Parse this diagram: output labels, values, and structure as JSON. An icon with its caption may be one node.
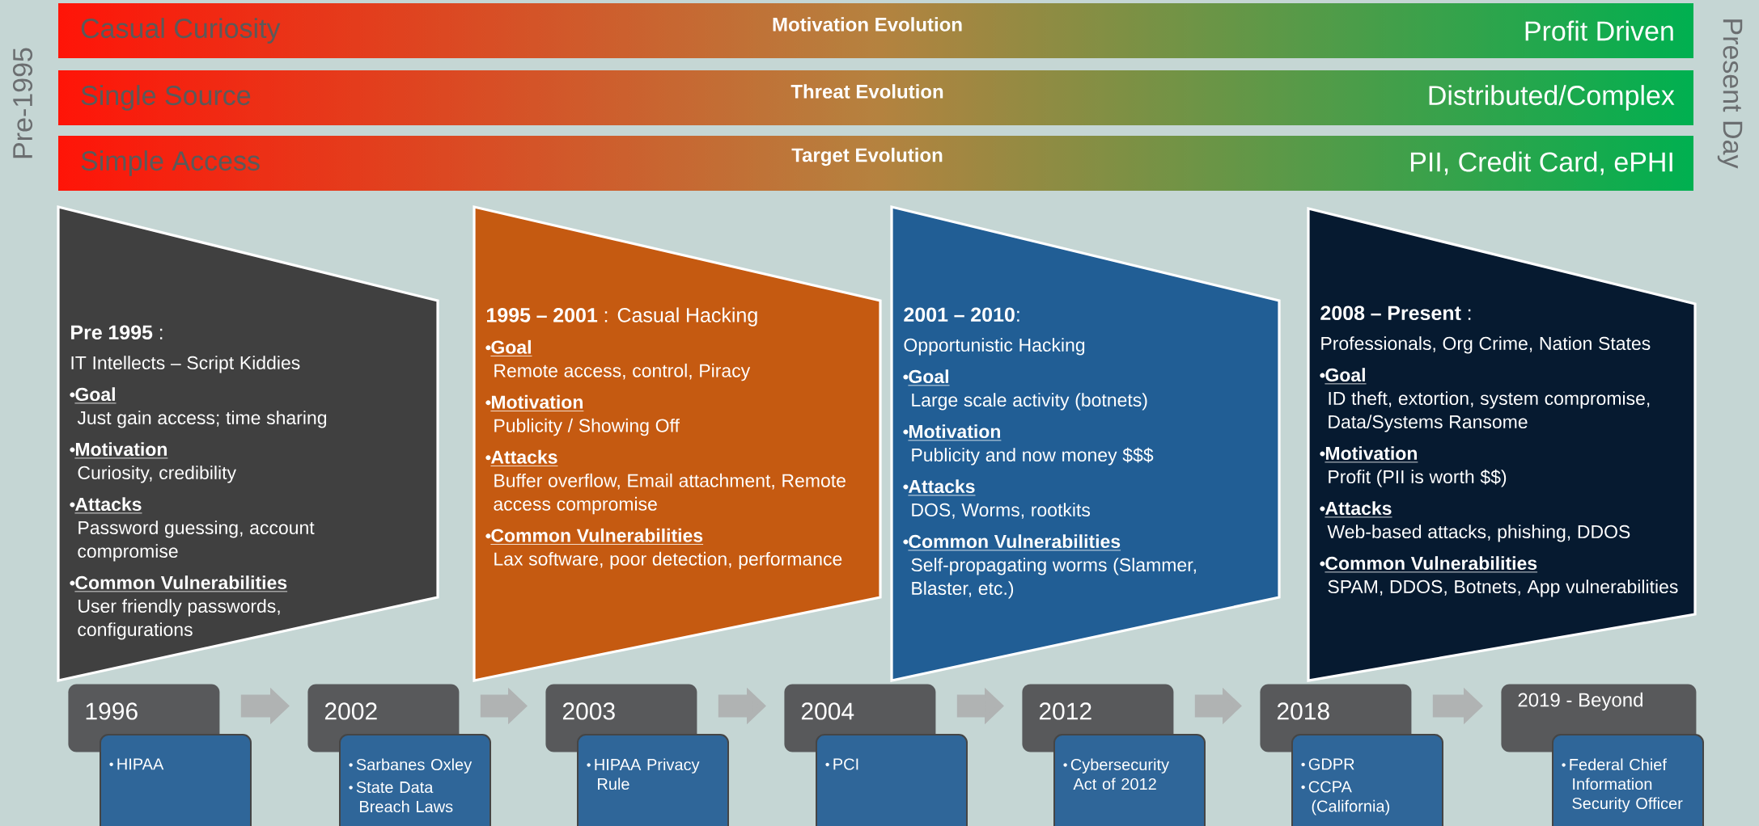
{
  "diagram": {
    "nodes": [
      {
        "text": [
          "Casual Curiosity",
          "Motivation Evolution",
          "Profit Driven"
        ]
      },
      {
        "text": [
          "Single Source",
          "Threat Evolution",
          "Distributed/Complex"
        ]
      },
      {
        "text": [
          "Simple Access",
          "Target Evolution",
          "PII, Credit Card, ePHI"
        ]
      },
      {
        "text": [
          "**Pre 1995** :",
          "IT Intellects – Script Kiddies",
          "Goal",
          "Just gain access; time sharing",
          "Motivation",
          "Curiosity, credibility",
          "Attacks",
          "Password guessing, account compromise",
          "Common Vulnerabilities",
          "User friendly passwords, configurations"
        ]
      },
      {
        "text": [
          "**1995 – 2001** : Casual Hacking",
          "Goal",
          "Remote access, control, Piracy",
          "Motivation",
          "Publicity / Showing Off",
          "Attacks",
          "Buffer overflow, Email attachment, Remote access compromise",
          "Common Vulnerabilities",
          "Lax software, poor detection, performance"
        ]
      },
      {
        "text": [
          "**2001 – 2010**:",
          "Opportunistic Hacking",
          "Goal",
          "Large scale activity (botnets)",
          "Motivation",
          "Publicity and now money $$$",
          "Attacks",
          "DOS, Worms, rootkits",
          "Common Vulnerabilities",
          "Self-propagating worms (Slammer, Blaster, etc.)"
        ]
      },
      {
        "text": [
          "**2008 – Present** :",
          "Professionals, Org Crime, Nation States",
          "Goal",
          "ID theft, extortion, system compromise, Data/Systems Ransome",
          "Motivation",
          "Profit (PII is worth $$)",
          "Attacks",
          "Web-based attacks, phishing, DDOS",
          "Common Vulnerabilities",
          "SPAM, DDOS, Botnets, App vulnerabilities"
        ]
      },
      {
        "text": [
          "1996"
        ]
      },
      {
        "text": [
          "HIPAA"
        ]
      },
      {
        "text": [
          "2002"
        ]
      },
      {
        "text": [
          "Sarbanes Oxley",
          "State Data Breach Laws"
        ]
      },
      {
        "text": [
          "2003"
        ]
      },
      {
        "text": [
          "HIPAA Privacy Rule"
        ]
      },
      {
        "text": [
          "2004"
        ]
      },
      {
        "text": [
          "PCI"
        ]
      },
      {
        "text": [
          "2012"
        ]
      },
      {
        "text": [
          "Cybersecurity Act of 2012"
        ]
      },
      {
        "text": [
          "2018"
        ]
      },
      {
        "text": [
          "GDPR",
          "CCPA (California)"
        ]
      },
      {
        "text": [
          "2019 - Beyond"
        ]
      },
      {
        "text": [
          "Federal Chief Information Security Officer"
        ]
      }
    ],
    "edges": [
      {
        "from": 7,
        "to": 9,
        "arrow": "to"
      },
      {
        "from": 9,
        "to": 11,
        "arrow": "to"
      },
      {
        "from": 11,
        "to": 13,
        "arrow": "to"
      },
      {
        "from": 13,
        "to": 15,
        "arrow": "to"
      },
      {
        "from": 15,
        "to": 17,
        "arrow": "to"
      },
      {
        "from": 17,
        "to": 19,
        "arrow": "to"
      }
    ],
    "labels": [
      "Pre-1995",
      "Present Day"
    ]
  }
}
